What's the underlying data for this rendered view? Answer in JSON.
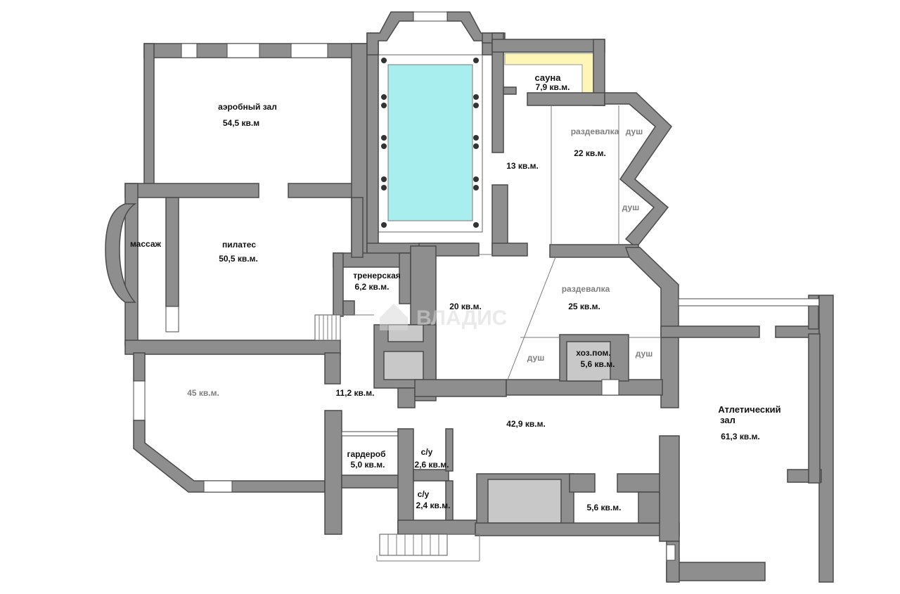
{
  "colors": {
    "wall": "#8e8e8e",
    "pool": "#a8eeee",
    "sauna": "#fdf6b6",
    "label": "#111111",
    "label_grey": "#808080",
    "watermark": "#d9d9d9"
  },
  "rooms": {
    "aerobic": {
      "name": "аэробный зал",
      "area": "54,5 кв.м"
    },
    "pilates": {
      "name": "пилатес",
      "area": "50,5 кв.м."
    },
    "massage": {
      "name": "массаж"
    },
    "trainer": {
      "name": "тренерская",
      "area": "6,2 кв.м."
    },
    "pool_corridor": {
      "area": "13 кв.м."
    },
    "sauna": {
      "name": "сауна",
      "area": "7,9 кв.м."
    },
    "locker_1": {
      "name": "раздевалка",
      "area": "22 кв.м.",
      "shower_a": "душ",
      "shower_b": "душ"
    },
    "room_20": {
      "area": "20 кв.м."
    },
    "locker_2": {
      "name": "раздевалка",
      "area": "25 кв.м.",
      "shower_a": "душ",
      "shower_b": "душ"
    },
    "utility": {
      "name": "хоз.пом.",
      "area": "5,6 кв.м."
    },
    "hall_45": {
      "area": "45 кв.м."
    },
    "hall_112": {
      "area": "11,2 кв.м."
    },
    "hall_429": {
      "area": "42,9 кв.м."
    },
    "cloakroom": {
      "name": "гардероб",
      "area": "5,0 кв.м."
    },
    "wc_1": {
      "name": "с/у",
      "area": "2,6 кв.м."
    },
    "wc_2": {
      "name": "с/у",
      "area": "2,4 кв.м."
    },
    "room_56": {
      "area": "5,6 кв.м."
    },
    "gym": {
      "name_line1": "Атлетический",
      "name_line2": "зал",
      "area": "61,3 кв.м."
    }
  },
  "watermark": {
    "text": "ВЛАДИС",
    "logo": "house-logo-icon"
  }
}
